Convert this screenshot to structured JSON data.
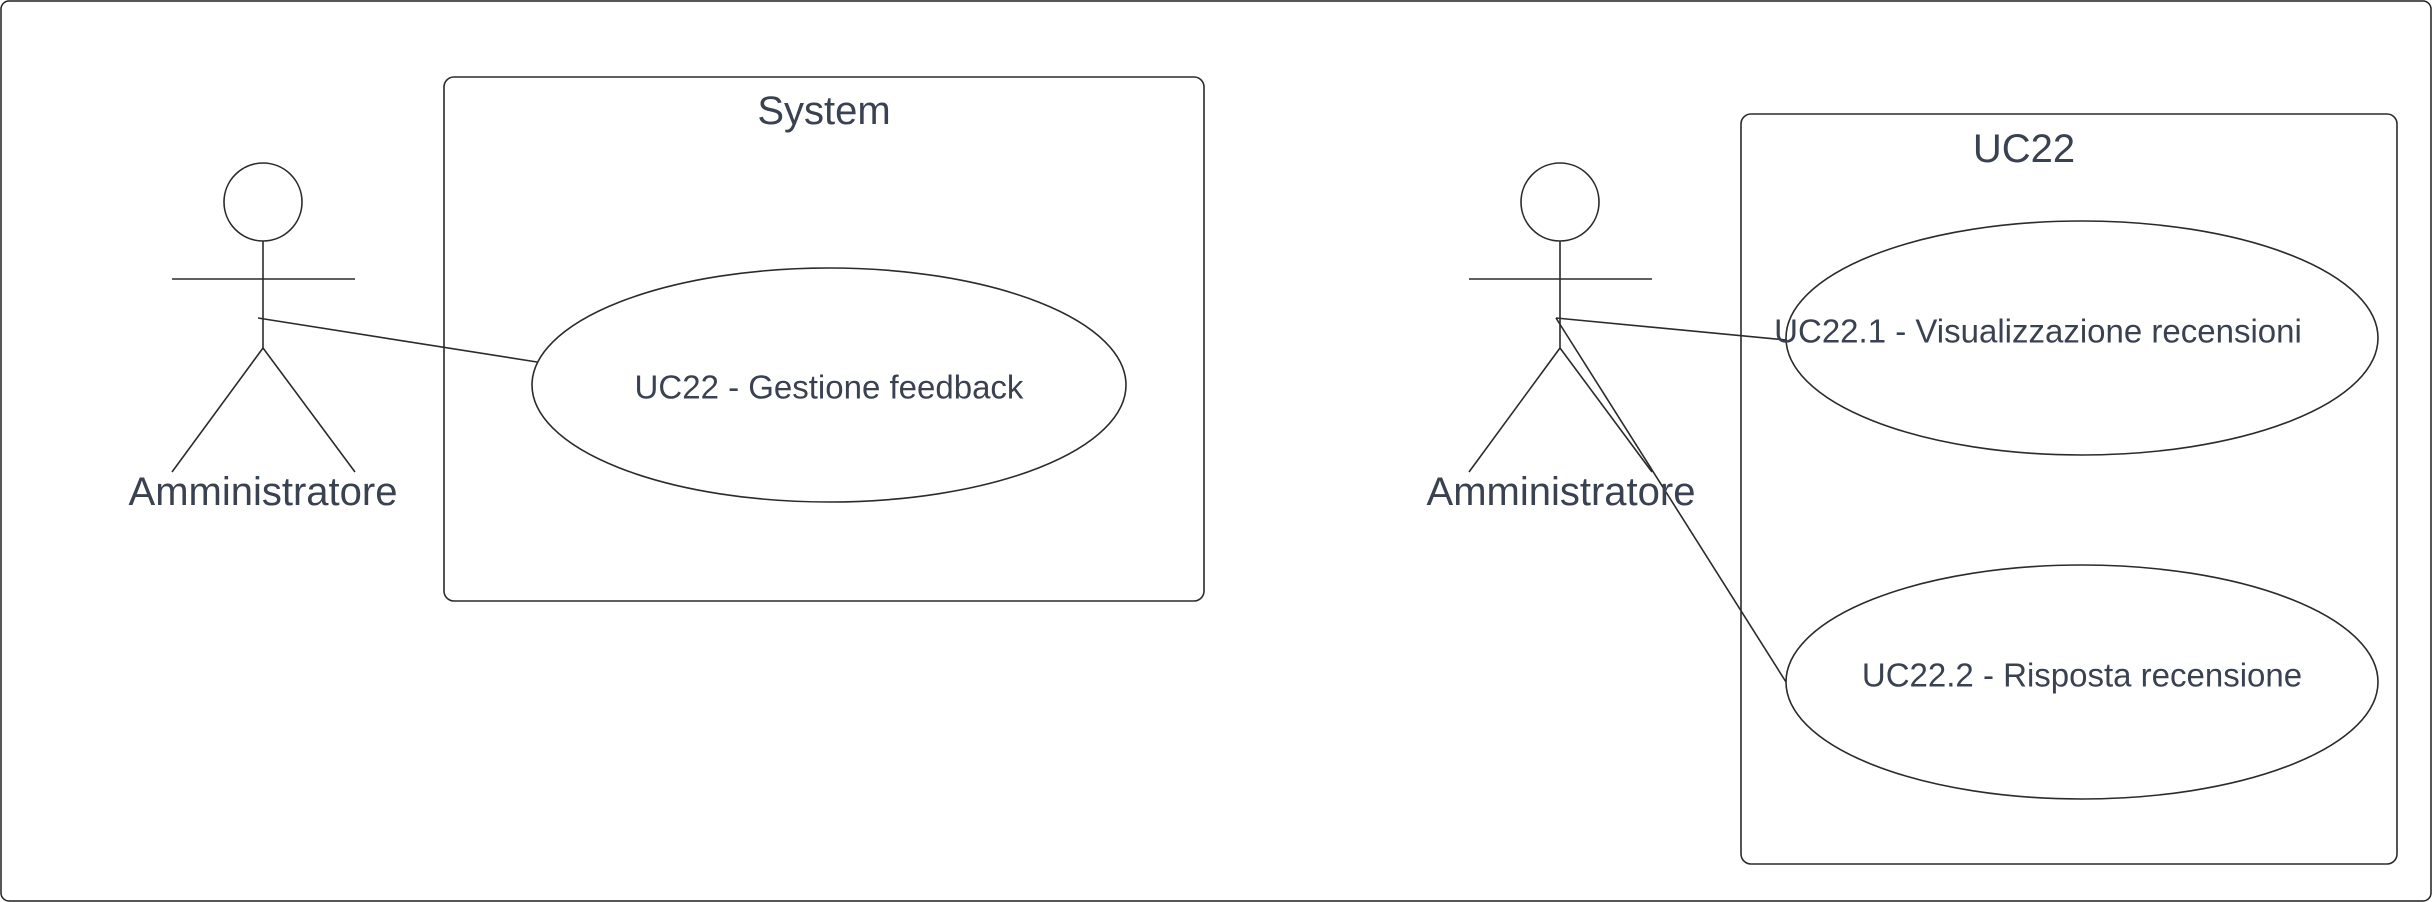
{
  "left_diagram": {
    "system_title": "System",
    "actor_label": "Amministratore",
    "use_cases": [
      "UC22 - Gestione feedback"
    ]
  },
  "right_diagram": {
    "system_title": "UC22",
    "actor_label": "Amministratore",
    "use_cases": [
      "UC22.1 - Visualizzazione recensioni",
      "UC22.2 - Risposta recensione"
    ]
  },
  "colors": {
    "text": "#3a4150",
    "stroke": "#2b2b2b",
    "background": "#ffffff"
  }
}
